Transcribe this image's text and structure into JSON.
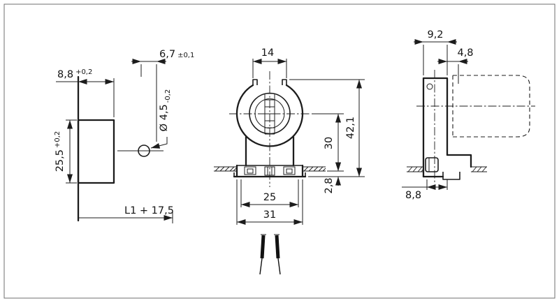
{
  "meta": {
    "background": "#ffffff",
    "line_color": "#1c1c1c",
    "drawing_kind": "dimensioned technical drawing, three views of a fluorescent lamp holder"
  },
  "views": {
    "left": {
      "dims": {
        "depth": {
          "value": "8,8",
          "tol": "+0,2"
        },
        "height": {
          "value": "25,5",
          "tol": "+0,2"
        },
        "pin_offset": {
          "value": "6,7",
          "tol": "±0,1"
        },
        "pin_dia": {
          "value": "Ø 4,5",
          "tol": "-0,2"
        },
        "length": {
          "value": "L1 + 17,5"
        }
      }
    },
    "front": {
      "dims": {
        "slot_width": "14",
        "center_height": "30",
        "total_height": "42,1",
        "base_thickness": "2,8",
        "contact_spacing": "25",
        "base_width": "31"
      }
    },
    "right": {
      "dims": {
        "body_depth": "9,2",
        "lamp_offset": "4,8",
        "base_depth": "8,8"
      }
    }
  }
}
